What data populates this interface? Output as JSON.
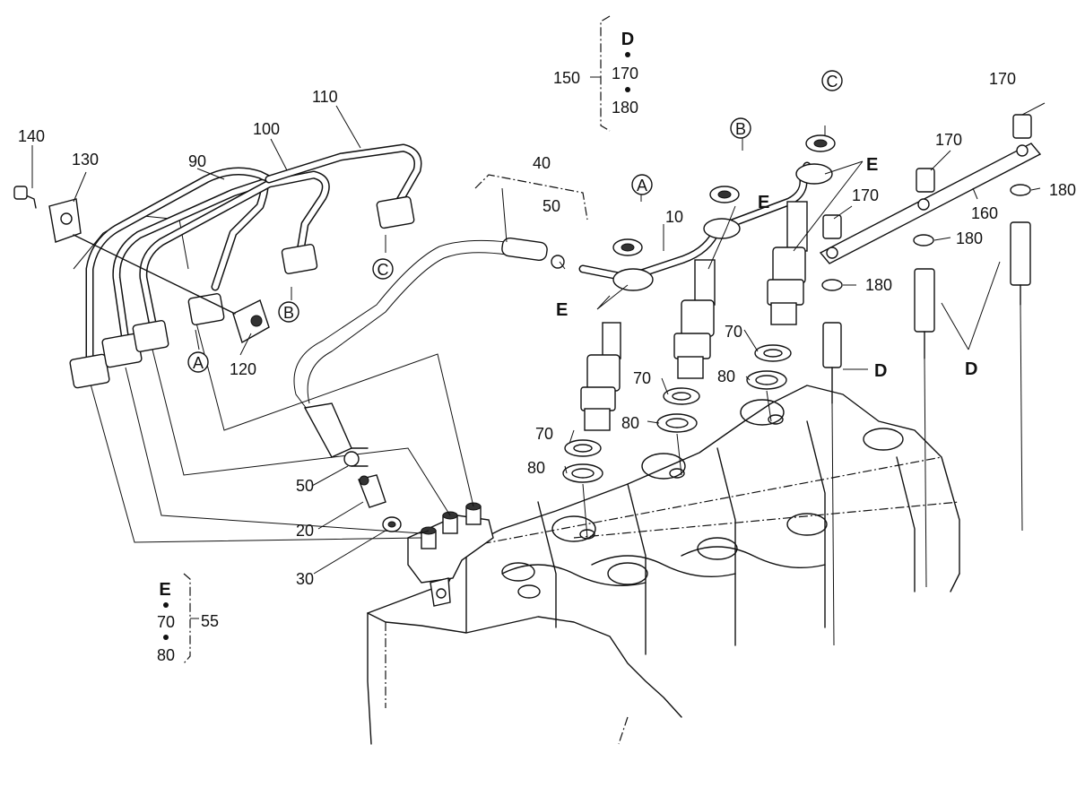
{
  "callouts": [
    {
      "id": "c10",
      "text": "10"
    },
    {
      "id": "c20",
      "text": "20"
    },
    {
      "id": "c30",
      "text": "30"
    },
    {
      "id": "c40",
      "text": "40"
    },
    {
      "id": "c50a",
      "text": "50"
    },
    {
      "id": "c50b",
      "text": "50"
    },
    {
      "id": "c55",
      "text": "55"
    },
    {
      "id": "c70a",
      "text": "70"
    },
    {
      "id": "c70b",
      "text": "70"
    },
    {
      "id": "c70c",
      "text": "70"
    },
    {
      "id": "c80a",
      "text": "80"
    },
    {
      "id": "c80b",
      "text": "80"
    },
    {
      "id": "c80c",
      "text": "80"
    },
    {
      "id": "c90",
      "text": "90"
    },
    {
      "id": "c100",
      "text": "100"
    },
    {
      "id": "c110",
      "text": "110"
    },
    {
      "id": "c120",
      "text": "120"
    },
    {
      "id": "c130",
      "text": "130"
    },
    {
      "id": "c140",
      "text": "140"
    },
    {
      "id": "c150",
      "text": "150"
    },
    {
      "id": "c160",
      "text": "160"
    },
    {
      "id": "c170a",
      "text": "170"
    },
    {
      "id": "c170b",
      "text": "170"
    },
    {
      "id": "c170c",
      "text": "170"
    },
    {
      "id": "c180a",
      "text": "180"
    },
    {
      "id": "c180b",
      "text": "180"
    },
    {
      "id": "c180c",
      "text": "180"
    }
  ],
  "letters": {
    "A": "A",
    "B": "B",
    "C": "C",
    "D": "D",
    "E": "E"
  },
  "kits": [
    {
      "id": "kit150",
      "letter": "D",
      "number": "150",
      "items": [
        "170",
        "180"
      ]
    },
    {
      "id": "kit55",
      "letter": "E",
      "number": "55",
      "items": [
        "70",
        "80"
      ]
    }
  ]
}
